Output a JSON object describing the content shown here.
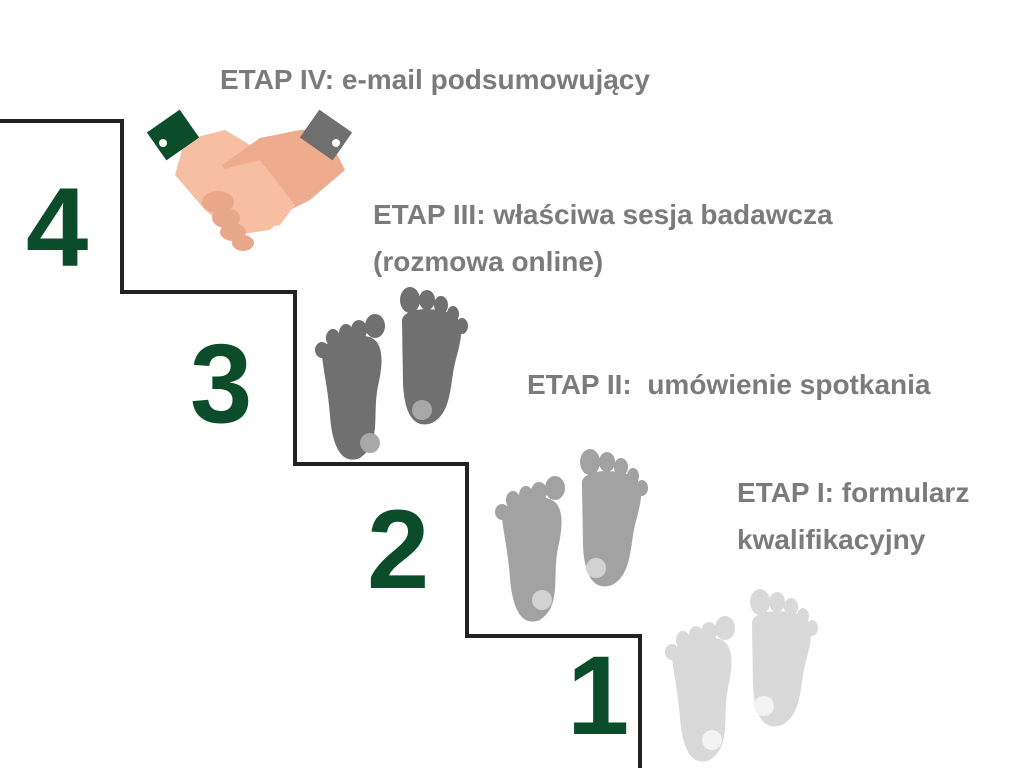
{
  "steps": [
    {
      "number": "1",
      "label_lines": [
        "ETAP I: formularz",
        "kwalifikacyjny"
      ]
    },
    {
      "number": "2",
      "label_lines": [
        "ETAP II:  umówienie spotkania"
      ]
    },
    {
      "number": "3",
      "label_lines": [
        "ETAP III: właściwa sesja badawcza",
        "(rozmowa online)"
      ]
    },
    {
      "number": "4",
      "label_lines": [
        "ETAP IV: e-mail podsumowujący"
      ]
    }
  ],
  "colors": {
    "number": "#0b4d2a",
    "label": "#7b7b7b",
    "stairs": "#222222"
  },
  "icons": [
    "footprints-icon",
    "handshake-icon"
  ]
}
